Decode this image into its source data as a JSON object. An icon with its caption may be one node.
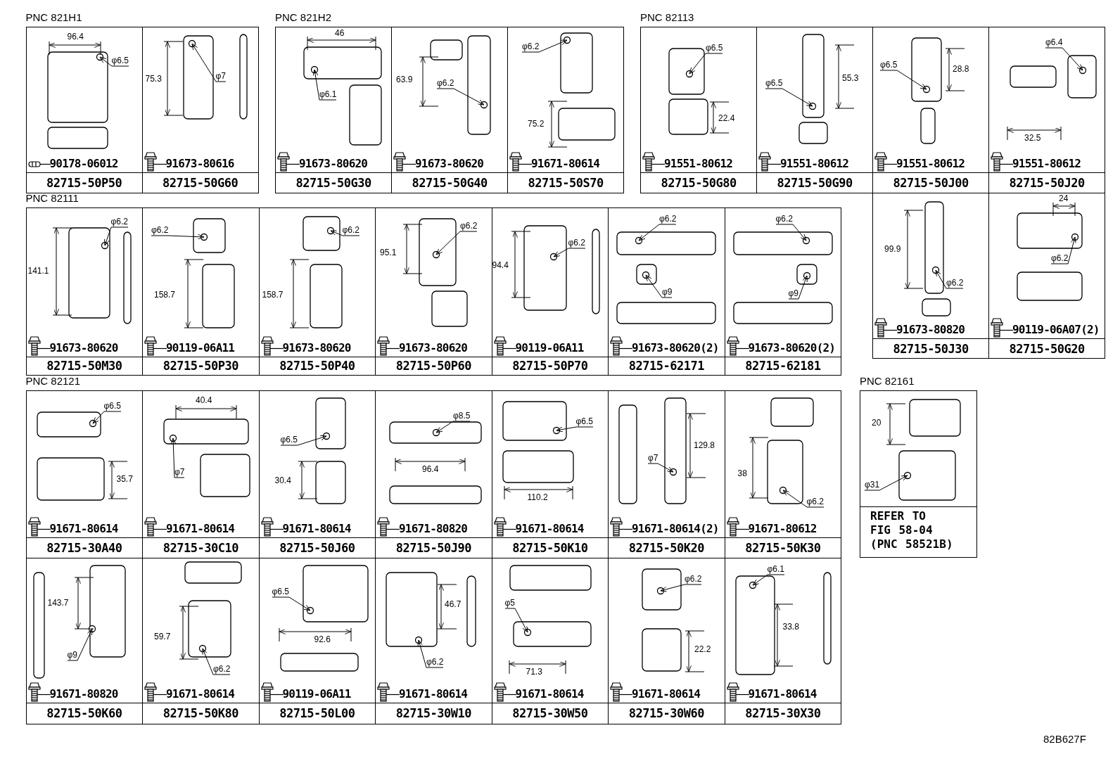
{
  "diagram": {
    "nodes": [
      {
        "text": [
          "PNC 821H1"
        ]
      },
      {
        "text": [
          "96.4",
          "φ6.5",
          "90178-06012",
          "82715-50P50"
        ],
        "in": 0
      },
      {
        "text": [
          "75.3",
          "φ7",
          "91673-80616",
          "82715-50G60"
        ],
        "in": 0
      },
      {
        "text": [
          "PNC 821H2"
        ]
      },
      {
        "text": [
          "46",
          "φ6.1",
          "91673-80620",
          "82715-50G30"
        ],
        "in": 3
      },
      {
        "text": [
          "63.9",
          "φ6.2",
          "91673-80620",
          "82715-50G40"
        ],
        "in": 3
      },
      {
        "text": [
          "φ6.2",
          "75.2",
          "91671-80614",
          "82715-50S70"
        ],
        "in": 3
      },
      {
        "text": [
          "PNC 82113"
        ]
      },
      {
        "text": [
          "φ6.5",
          "22.4",
          "91551-80612",
          "82715-50G80"
        ],
        "in": 7
      },
      {
        "text": [
          "φ6.5",
          "55.3",
          "91551-80612",
          "82715-50G90"
        ],
        "in": 7
      },
      {
        "text": [
          "φ6.5",
          "28.8",
          "91551-80612",
          "82715-50J00"
        ],
        "in": 7
      },
      {
        "text": [
          "φ6.4",
          "32.5",
          "91551-80612",
          "82715-50J20"
        ],
        "in": 7
      },
      {
        "text": [
          "99.9",
          "φ6.2",
          "91673-80820",
          "82715-50J30"
        ],
        "in": 7
      },
      {
        "text": [
          "24",
          "φ6.2",
          "90119-06A07(2)",
          "82715-50G20"
        ],
        "in": 7
      },
      {
        "text": [
          "PNC 82111"
        ]
      },
      {
        "text": [
          "φ6.2",
          "141.1",
          "91673-80620",
          "82715-50M30"
        ],
        "in": 14
      },
      {
        "text": [
          "φ6.2",
          "158.7",
          "90119-06A11",
          "82715-50P30"
        ],
        "in": 14
      },
      {
        "text": [
          "φ6.2",
          "158.7",
          "91673-80620",
          "82715-50P40"
        ],
        "in": 14
      },
      {
        "text": [
          "95.1",
          "φ6.2",
          "91673-80620",
          "82715-50P60"
        ],
        "in": 14
      },
      {
        "text": [
          "94.4",
          "φ6.2",
          "90119-06A11",
          "82715-50P70"
        ],
        "in": 14
      },
      {
        "text": [
          "φ6.2",
          "φ9",
          "91673-80620(2)",
          "82715-62171"
        ],
        "in": 14
      },
      {
        "text": [
          "φ6.2",
          "φ9",
          "91673-80620(2)",
          "82715-62181"
        ],
        "in": 14
      },
      {
        "text": [
          "PNC 82121"
        ]
      },
      {
        "text": [
          "φ6.5",
          "35.7",
          "91671-80614",
          "82715-30A40"
        ],
        "in": 22
      },
      {
        "text": [
          "40.4",
          "φ7",
          "91671-80614",
          "82715-30C10"
        ],
        "in": 22
      },
      {
        "text": [
          "φ6.5",
          "30.4",
          "91671-80614",
          "82715-50J60"
        ],
        "in": 22
      },
      {
        "text": [
          "φ8.5",
          "96.4",
          "91671-80820",
          "82715-50J90"
        ],
        "in": 22
      },
      {
        "text": [
          "φ6.5",
          "110.2",
          "91671-80614",
          "82715-50K10"
        ],
        "in": 22
      },
      {
        "text": [
          "φ7",
          "129.8",
          "91671-80614(2)",
          "82715-50K20"
        ],
        "in": 22
      },
      {
        "text": [
          "38",
          "φ6.2",
          "91671-80612",
          "82715-50K30"
        ],
        "in": 22
      },
      {
        "text": [
          "143.7",
          "φ9",
          "91671-80820",
          "82715-50K60"
        ],
        "in": 22
      },
      {
        "text": [
          "59.7",
          "φ6.2",
          "91671-80614",
          "82715-50K80"
        ],
        "in": 22
      },
      {
        "text": [
          "φ6.5",
          "92.6",
          "90119-06A11",
          "82715-50L00"
        ],
        "in": 22
      },
      {
        "text": [
          "46.7",
          "φ6.2",
          "91671-80614",
          "82715-30W10"
        ],
        "in": 22
      },
      {
        "text": [
          "φ5",
          "71.3",
          "91671-80614",
          "82715-30W50"
        ],
        "in": 22
      },
      {
        "text": [
          "φ6.2",
          "22.2",
          "91671-80614",
          "82715-30W60"
        ],
        "in": 22
      },
      {
        "text": [
          "φ6.1",
          "33.8",
          "91671-80614",
          "82715-30X30"
        ],
        "in": 22
      },
      {
        "text": [
          "PNC 82161"
        ]
      },
      {
        "text": [
          "20",
          "φ31",
          "REFER TO FIG 58-04 (PNC 58521B)"
        ],
        "in": 37
      }
    ],
    "labels": [
      "82B627F"
    ]
  }
}
